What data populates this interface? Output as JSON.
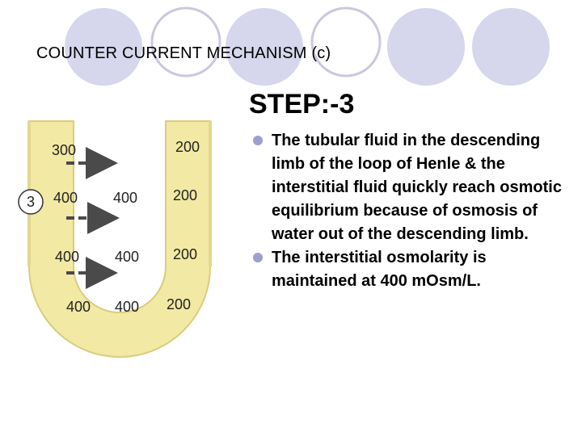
{
  "slide": {
    "title": "COUNTER CURRENT MECHANISM (c)",
    "step_heading": "STEP:-3"
  },
  "bullets": [
    {
      "text": "The tubular fluid in the descending limb of the loop of Henle & the interstitial fluid quickly reach osmotic equilibrium because of osmosis of water out of the descending limb."
    },
    {
      "text": "The interstitial osmolarity is maintained at 400 mOsm/L."
    }
  ],
  "figure": {
    "step_number": "3",
    "values": {
      "r1_desc": "300",
      "r1_asc": "200",
      "r2_desc": "400",
      "r2_inter": "400",
      "r2_asc": "200",
      "r3_desc": "400",
      "r3_inter": "400",
      "r3_asc": "200",
      "r4_desc": "400",
      "r4_inter": "400",
      "r4_asc": "200"
    }
  },
  "colors": {
    "decor_circle_fill": "#d6d6ec",
    "decor_circle_stroke": "#c8c8e2",
    "tube_fill": "#f2e9a4",
    "tube_edge": "#d8cd7e",
    "arrow_color": "#4a4a4a",
    "bullet_color": "#9d9fcf"
  }
}
